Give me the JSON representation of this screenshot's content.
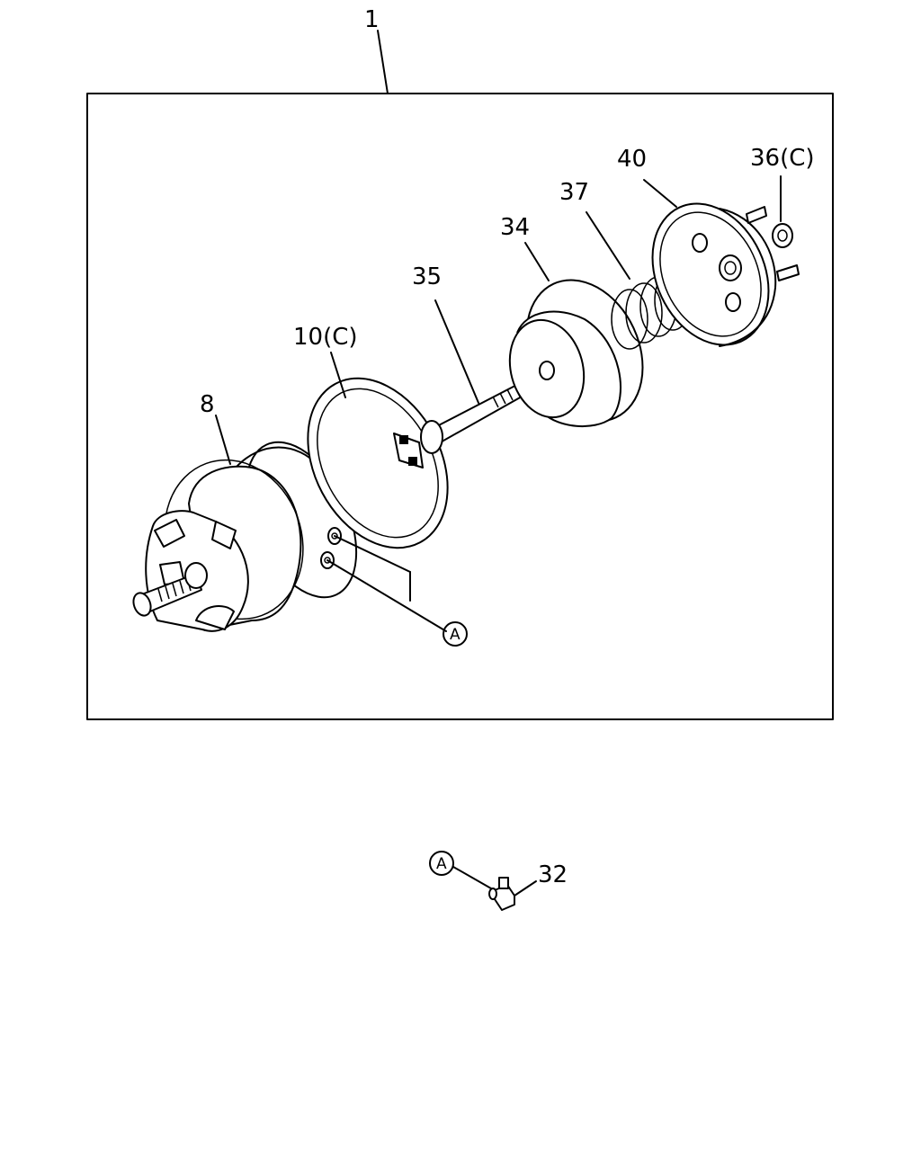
{
  "callouts": {
    "assembly": "1",
    "p8": "8",
    "p10": "10(C)",
    "p35": "35",
    "p34": "34",
    "p37": "37",
    "p40": "40",
    "p36": "36(C)",
    "p32": "32",
    "refA_main": "A",
    "refA_detail": "A"
  }
}
